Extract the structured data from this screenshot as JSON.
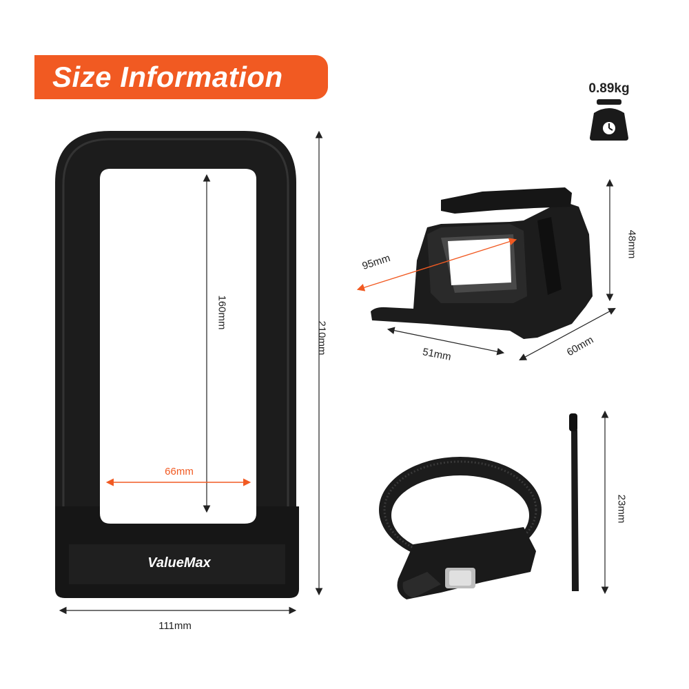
{
  "banner": {
    "title": "Size Information"
  },
  "weight": {
    "value": "0.89kg",
    "icon": "scale-icon"
  },
  "u_lock": {
    "brand": "ValueMax",
    "inner_height": "160mm",
    "inner_width": "66mm",
    "outer_height": "210mm",
    "outer_width": "111mm"
  },
  "bracket": {
    "length": "95mm",
    "height": "48mm",
    "width": "51mm",
    "depth": "60mm"
  },
  "strap": {
    "length": "23mm"
  },
  "colors": {
    "accent": "#f15a22",
    "product": "#1a1a1a",
    "dimension_line": "#222222"
  }
}
